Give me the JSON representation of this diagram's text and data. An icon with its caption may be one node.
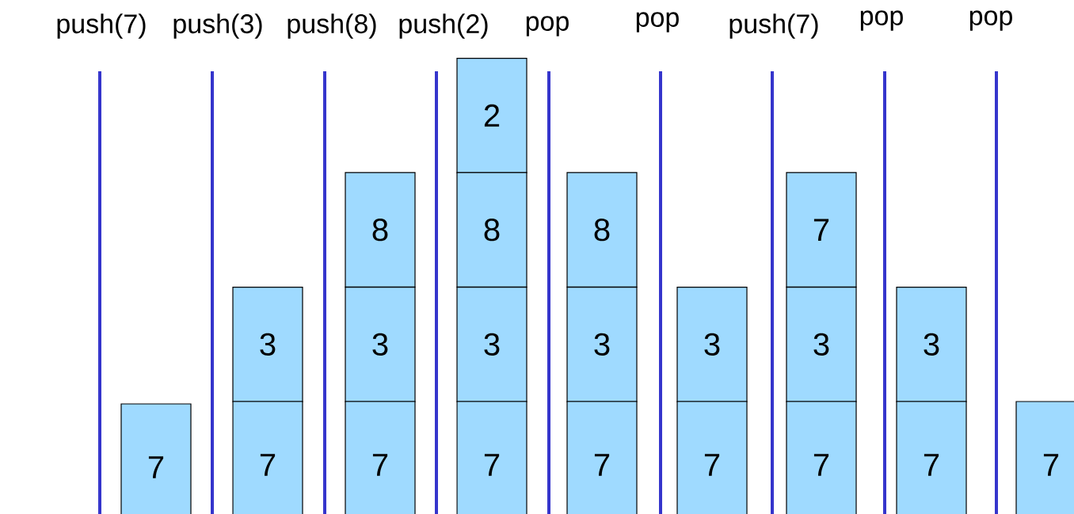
{
  "diagram": {
    "nodes": [
      {
        "text": [
          "7"
        ]
      },
      {
        "text": [
          "3"
        ]
      },
      {
        "text": [
          "7"
        ]
      },
      {
        "text": [
          "8"
        ]
      },
      {
        "text": [
          "3"
        ]
      },
      {
        "text": [
          "7"
        ]
      },
      {
        "text": [
          "2"
        ]
      },
      {
        "text": [
          "8"
        ]
      },
      {
        "text": [
          "3"
        ]
      },
      {
        "text": [
          "7"
        ]
      },
      {
        "text": [
          "8"
        ]
      },
      {
        "text": [
          "3"
        ]
      },
      {
        "text": [
          "7"
        ]
      },
      {
        "text": [
          "3"
        ]
      },
      {
        "text": [
          "7"
        ]
      },
      {
        "text": [
          "7"
        ]
      },
      {
        "text": [
          "3"
        ]
      },
      {
        "text": [
          "7"
        ]
      },
      {
        "text": [
          "3"
        ]
      },
      {
        "text": [
          "7"
        ]
      },
      {
        "text": [
          "7"
        ]
      }
    ],
    "labels": [
      "push(7)",
      "push(3)",
      "push(8)",
      "push(2)",
      "pop",
      "pop",
      "push(7)",
      "pop",
      "pop"
    ]
  }
}
